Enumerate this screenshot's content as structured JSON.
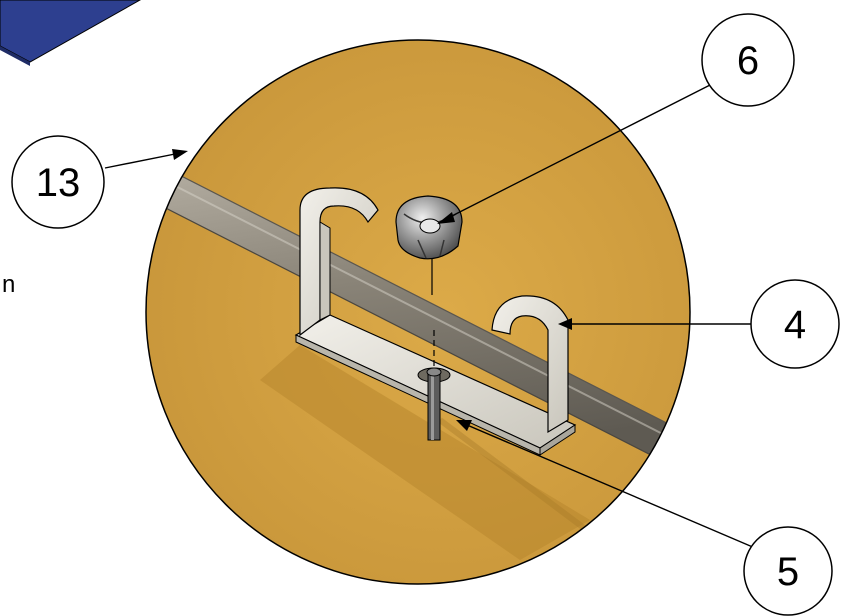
{
  "callouts": [
    {
      "id": "13",
      "label": "13"
    },
    {
      "id": "6",
      "label": "6"
    },
    {
      "id": "4",
      "label": "4"
    },
    {
      "id": "5",
      "label": "5"
    }
  ],
  "fragment_text": "n",
  "colors": {
    "detail_background": "#d4a040",
    "rod": "#8a8478",
    "bracket": "#e6e4dc",
    "panel": "#2d3f8f",
    "outline": "#000000"
  }
}
